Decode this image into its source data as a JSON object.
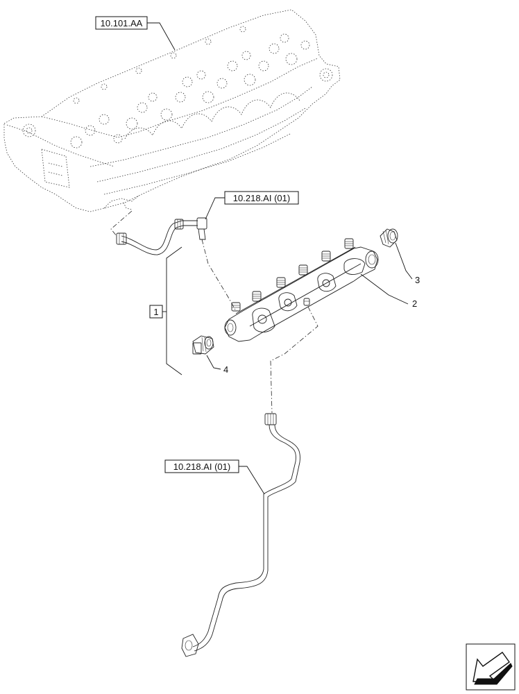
{
  "diagram": {
    "reference_labels": {
      "cylinder_head": "10.101.AA",
      "pipe_upper": "10.218.AI (01)",
      "pipe_lower": "10.218.AI (01)"
    },
    "group_callout": "1",
    "callouts": {
      "rail": "2",
      "plug": "3",
      "sensor": "4"
    },
    "nav_icon": "arrow-left-down-icon"
  }
}
